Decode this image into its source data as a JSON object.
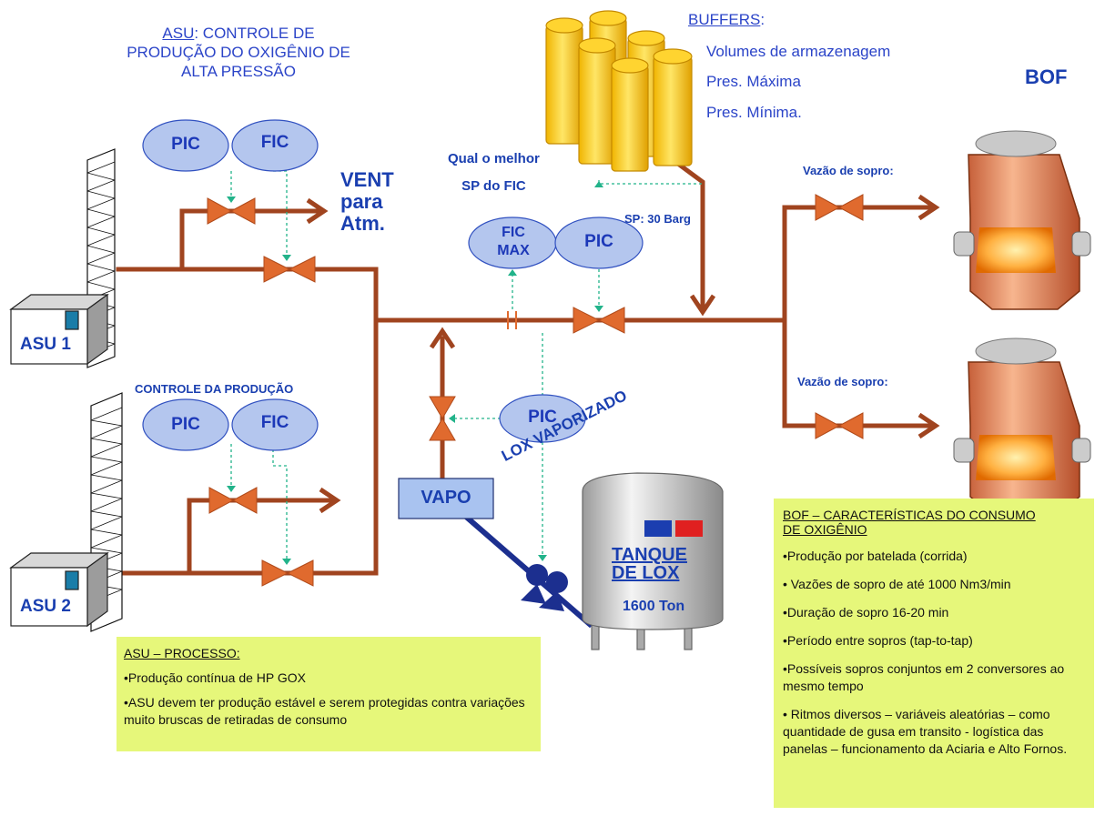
{
  "asu_header": {
    "abbr": "ASU",
    "rest1": ": CONTROLE DE",
    "line2": "PRODUÇÃO DO OXIGÊNIO DE",
    "line3": "ALTA PRESSÃO"
  },
  "buffers": {
    "title": "BUFFERS",
    "colon": ":",
    "items": [
      "Volumes de armazenagem",
      "Pres. Máxima",
      "Pres. Mínima."
    ]
  },
  "bof_title": "BOF",
  "controllers": {
    "asu1_pic": "PIC",
    "asu1_fic": "FIC",
    "asu2_pic": "PIC",
    "asu2_fic": "FIC",
    "main_fic_line1": "FIC",
    "main_fic_line2": "MAX",
    "main_pic": "PIC",
    "lox_pic": "PIC"
  },
  "labels": {
    "vent_line1": "VENT",
    "vent_line2": "para",
    "vent_line3": "Atm.",
    "qual_line1": "Qual o melhor",
    "qual_line2": "SP do FIC",
    "sp": "SP: 30 Barg",
    "vazao1": "Vazão de sopro:",
    "vazao2": "Vazão de sopro:",
    "controle_producao": "CONTROLE DA PRODUÇÃO",
    "asu1": "ASU 1",
    "asu2": "ASU 2",
    "vapo": "VAPO",
    "lox_vaporizado": "LOX VAPORIZADO",
    "tanque_line1": "TANQUE",
    "tanque_line2": "DE LOX",
    "tanque_capacity": "1600 Ton"
  },
  "asu_process_box": {
    "title": "ASU – PROCESSO:",
    "bullets": [
      "•Produção contínua de HP GOX",
      "•ASU devem ter produção estável e serem protegidas contra variações muito bruscas de retiradas de consumo"
    ]
  },
  "bof_box": {
    "title_line1": "BOF – CARACTERÍSTICAS DO CONSUMO",
    "title_line2": "DE OXIGÊNIO",
    "bullets": [
      "•Produção por batelada (corrida)",
      "• Vazões de sopro de até 1000 Nm3/min",
      "•Duração de sopro 16-20 min",
      "•Período entre sopros (tap-to-tap)",
      "•Possíveis sopros conjuntos em 2 conversores ao mesmo tempo",
      "• Ritmos diversos – variáveis aleatórias – como quantidade de gusa em transito - logística das panelas – funcionamento da Aciaria e Alto Fornos."
    ]
  },
  "colors": {
    "pipe": "#a0441f",
    "valve": "#e06a2e",
    "bubble": "#b4c6ee",
    "signal": "#22b38a",
    "note_box": "#e6f77a",
    "text_blue": "#1a3fb0",
    "vapo_box": "#a9c3f0",
    "lox_line": "#1c2f8f"
  },
  "icons": [
    "cooling-tower-icon",
    "asu-building-icon",
    "storage-cylinders-icon",
    "bof-converter-icon",
    "lox-tank-icon",
    "pump-icon",
    "control-valve-icon",
    "orifice-icon"
  ]
}
